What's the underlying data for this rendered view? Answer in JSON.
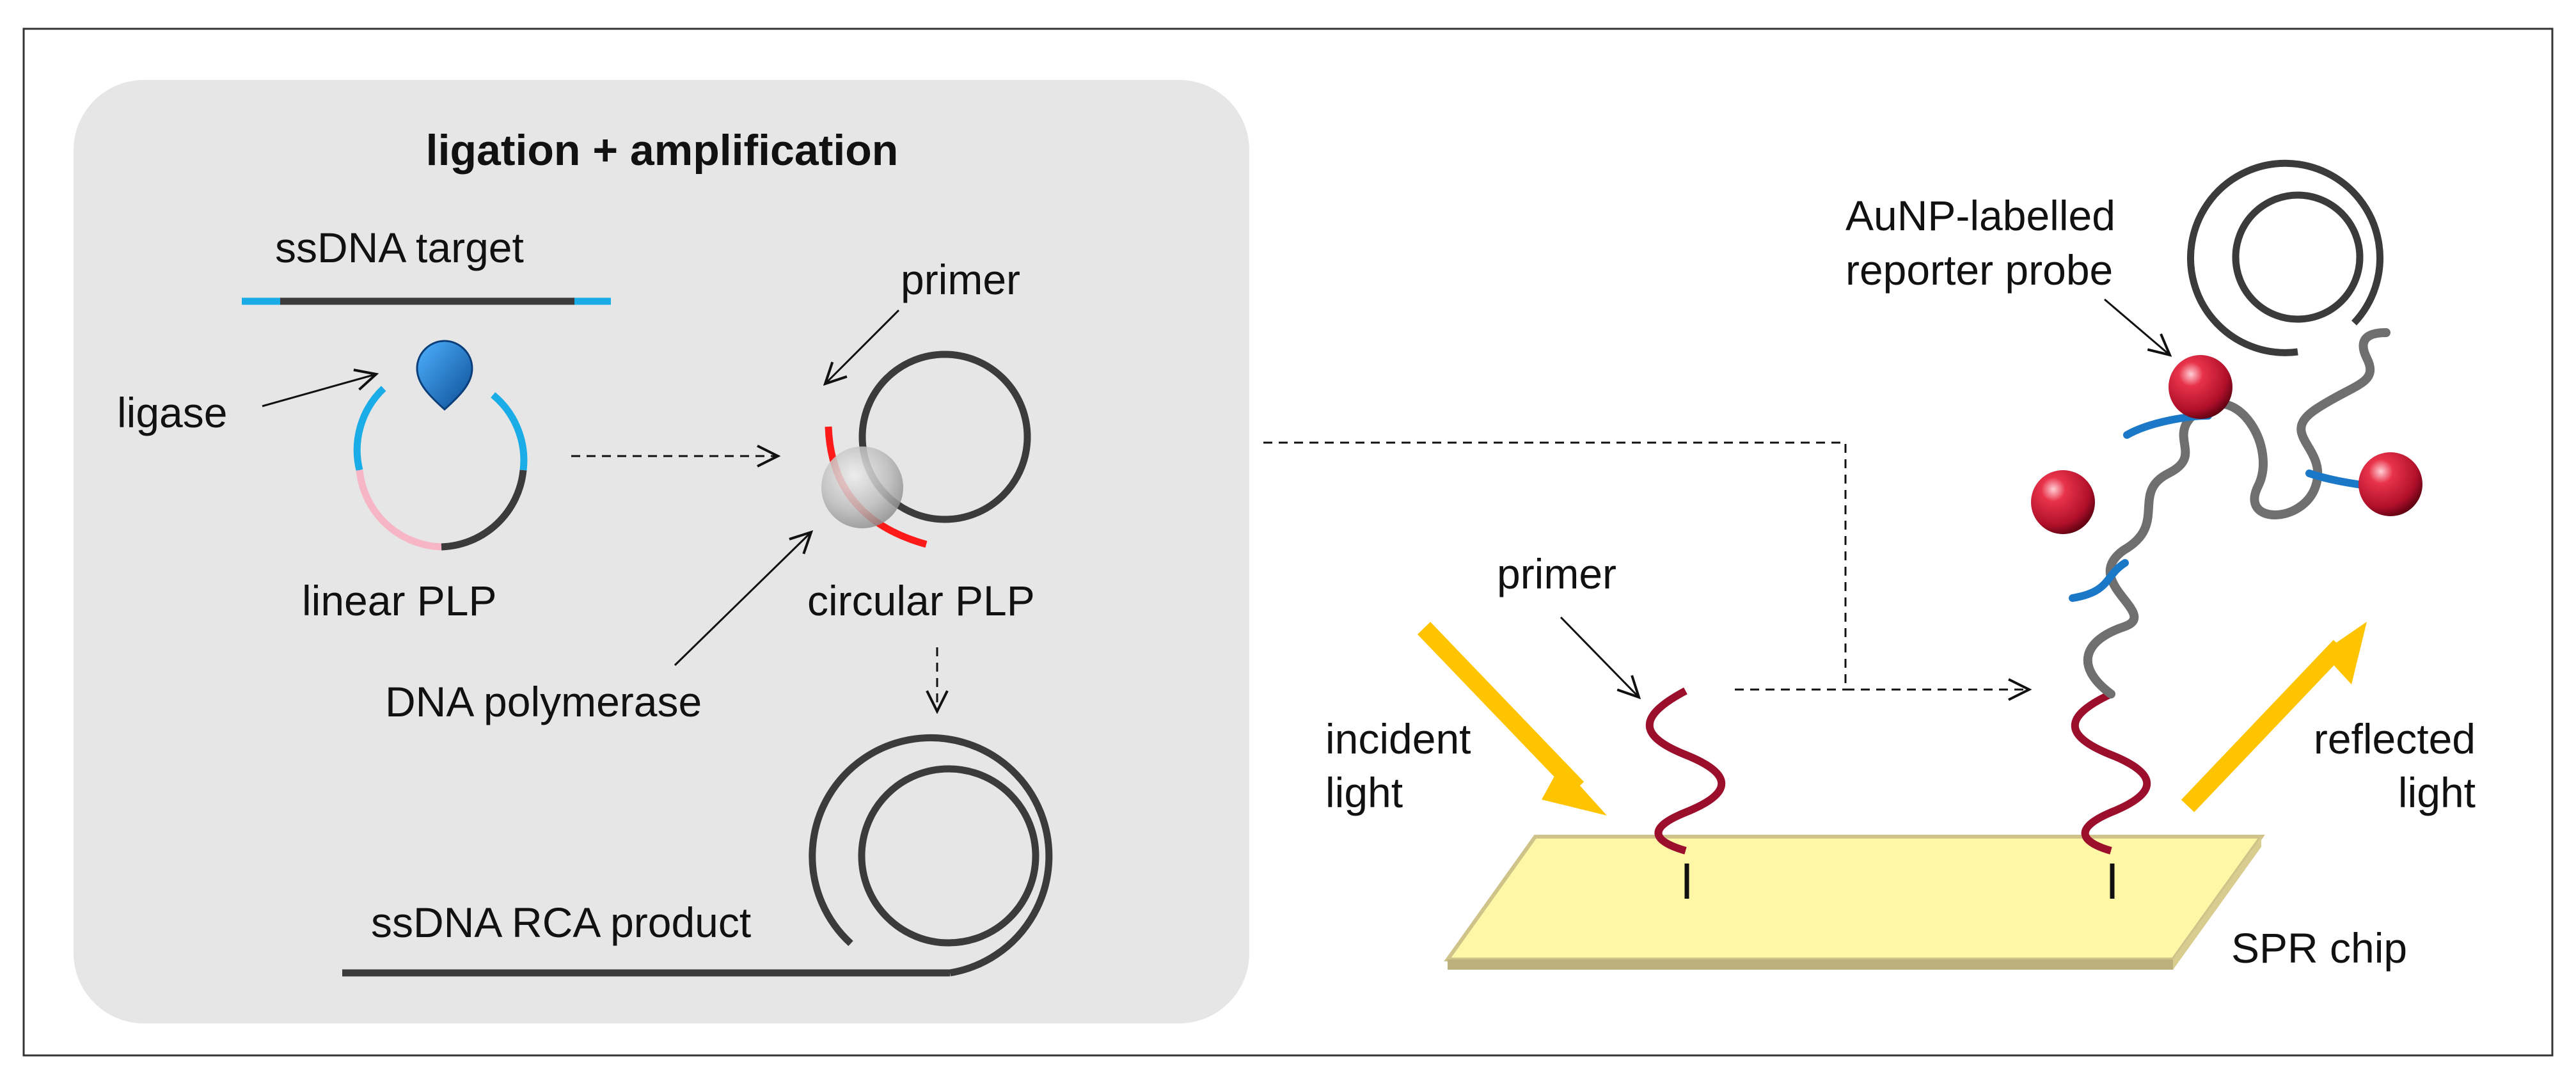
{
  "panel": {
    "title": "ligation + amplification",
    "labels": {
      "ssdna_target": "ssDNA target",
      "ligase": "ligase",
      "linear_plp": "linear PLP",
      "primer": "primer",
      "circular_plp": "circular PLP",
      "dna_polymerase": "DNA polymerase",
      "rca_product": "ssDNA RCA product"
    }
  },
  "spr": {
    "labels": {
      "primer": "primer",
      "incident_light_line1": "incident",
      "incident_light_line2": "light",
      "reflected_light_line1": "reflected",
      "reflected_light_line2": "light",
      "spr_chip": "SPR chip",
      "reporter_line1": "AuNP-labelled",
      "reporter_line2": "reporter probe"
    }
  },
  "colors": {
    "panel_bg": "#e6e6e6",
    "dna_dark": "#3b3b3b",
    "plp_cyan": "#1aace6",
    "plp_pink": "#f7b6c6",
    "primer_red": "#ff1a1a",
    "ligase_blue": "#1f78c8",
    "helix_maroon": "#9c0f2c",
    "aunp_red": "#c8102e",
    "light_arrow": "#ffc400",
    "chip_fill": "#fdf7a6",
    "chip_edge": "#cfc38a",
    "reporter_blue": "#1b78c8"
  }
}
